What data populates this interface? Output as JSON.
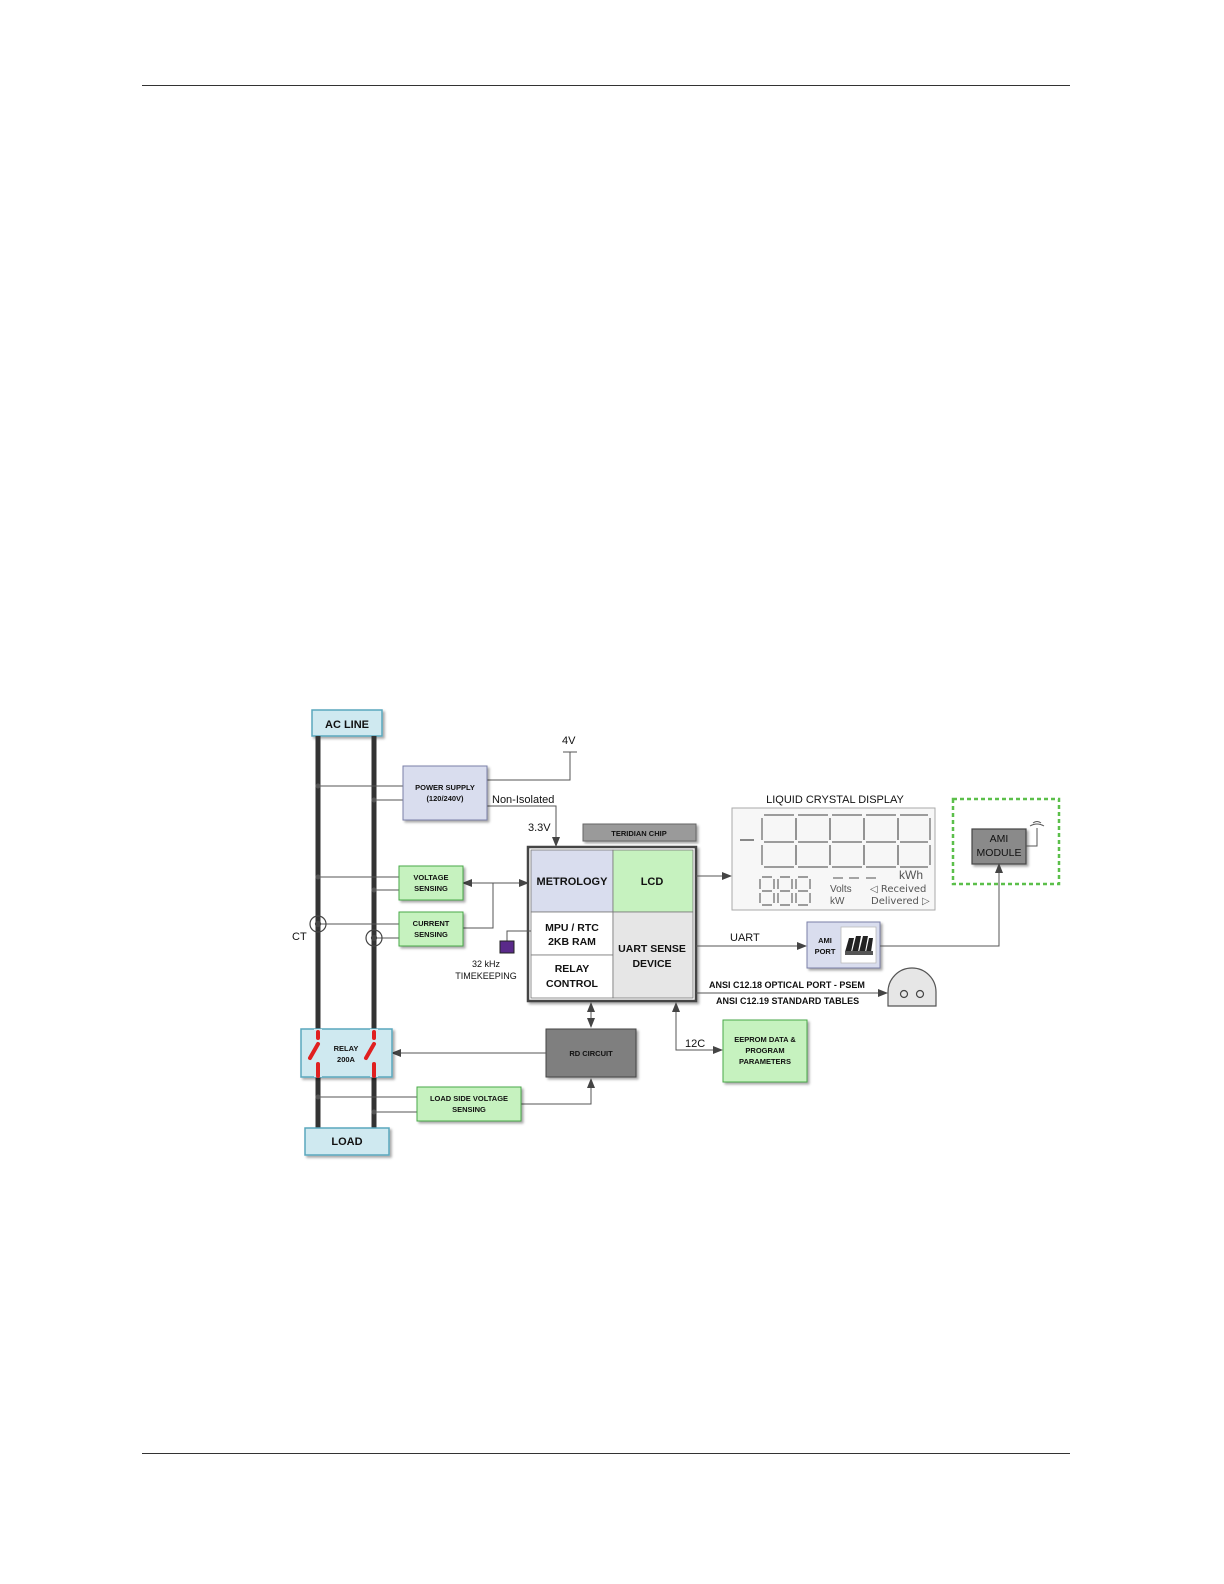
{
  "colors": {
    "light_blue": "#cfe9f0",
    "light_blue_border": "#5aa7bd",
    "lavender": "#d9ddee",
    "green": "#c6f2bf",
    "green_border": "#4aa94a",
    "gray": "#7f7f7f",
    "light_gray": "#e6e6e6",
    "bus": "#333333",
    "relay_red": "#e02020",
    "purple": "#5a2a8a"
  },
  "diagram": {
    "ac_line": "AC LINE",
    "load": "LOAD",
    "power_supply": [
      "POWER SUPPLY",
      "(120/240V)"
    ],
    "v4": "4V",
    "non_isolated": "Non-Isolated",
    "v33": "3.3V",
    "voltage_sensing": [
      "VOLTAGE",
      "SENSING"
    ],
    "current_sensing": [
      "CURRENT",
      "SENSING"
    ],
    "ct": "CT",
    "teridian_chip": "TERIDIAN CHIP",
    "metrology": "METROLOGY",
    "lcd": "LCD",
    "mpu": [
      "MPU / RTC",
      "2KB RAM"
    ],
    "relay_control": [
      "RELAY",
      "CONTROL"
    ],
    "uart_sense": [
      "UART SENSE",
      "DEVICE"
    ],
    "timekeeping": [
      "32 kHz",
      "TIMEKEEPING"
    ],
    "lcd_title": "LIQUID CRYSTAL DISPLAY",
    "lcd_labels": {
      "volts": "Volts",
      "kw": "kW",
      "kwh": "kWh",
      "received": "◁ Received",
      "delivered": "Delivered ▷"
    },
    "ami_module": [
      "AMI",
      "MODULE"
    ],
    "uart": "UART",
    "ami_port": [
      "AMI",
      "PORT"
    ],
    "optical_port": "ANSI C12.18 OPTICAL PORT - PSEM",
    "standard_tables": "ANSI C12.19 STANDARD TABLES",
    "relay": [
      "RELAY",
      "200A"
    ],
    "rd_circuit": "RD CIRCUIT",
    "i2c": "12C",
    "eeprom": [
      "EEPROM DATA &",
      "PROGRAM",
      "PARAMETERS"
    ],
    "load_side_voltage": [
      "LOAD SIDE VOLTAGE",
      "SENSING"
    ]
  }
}
